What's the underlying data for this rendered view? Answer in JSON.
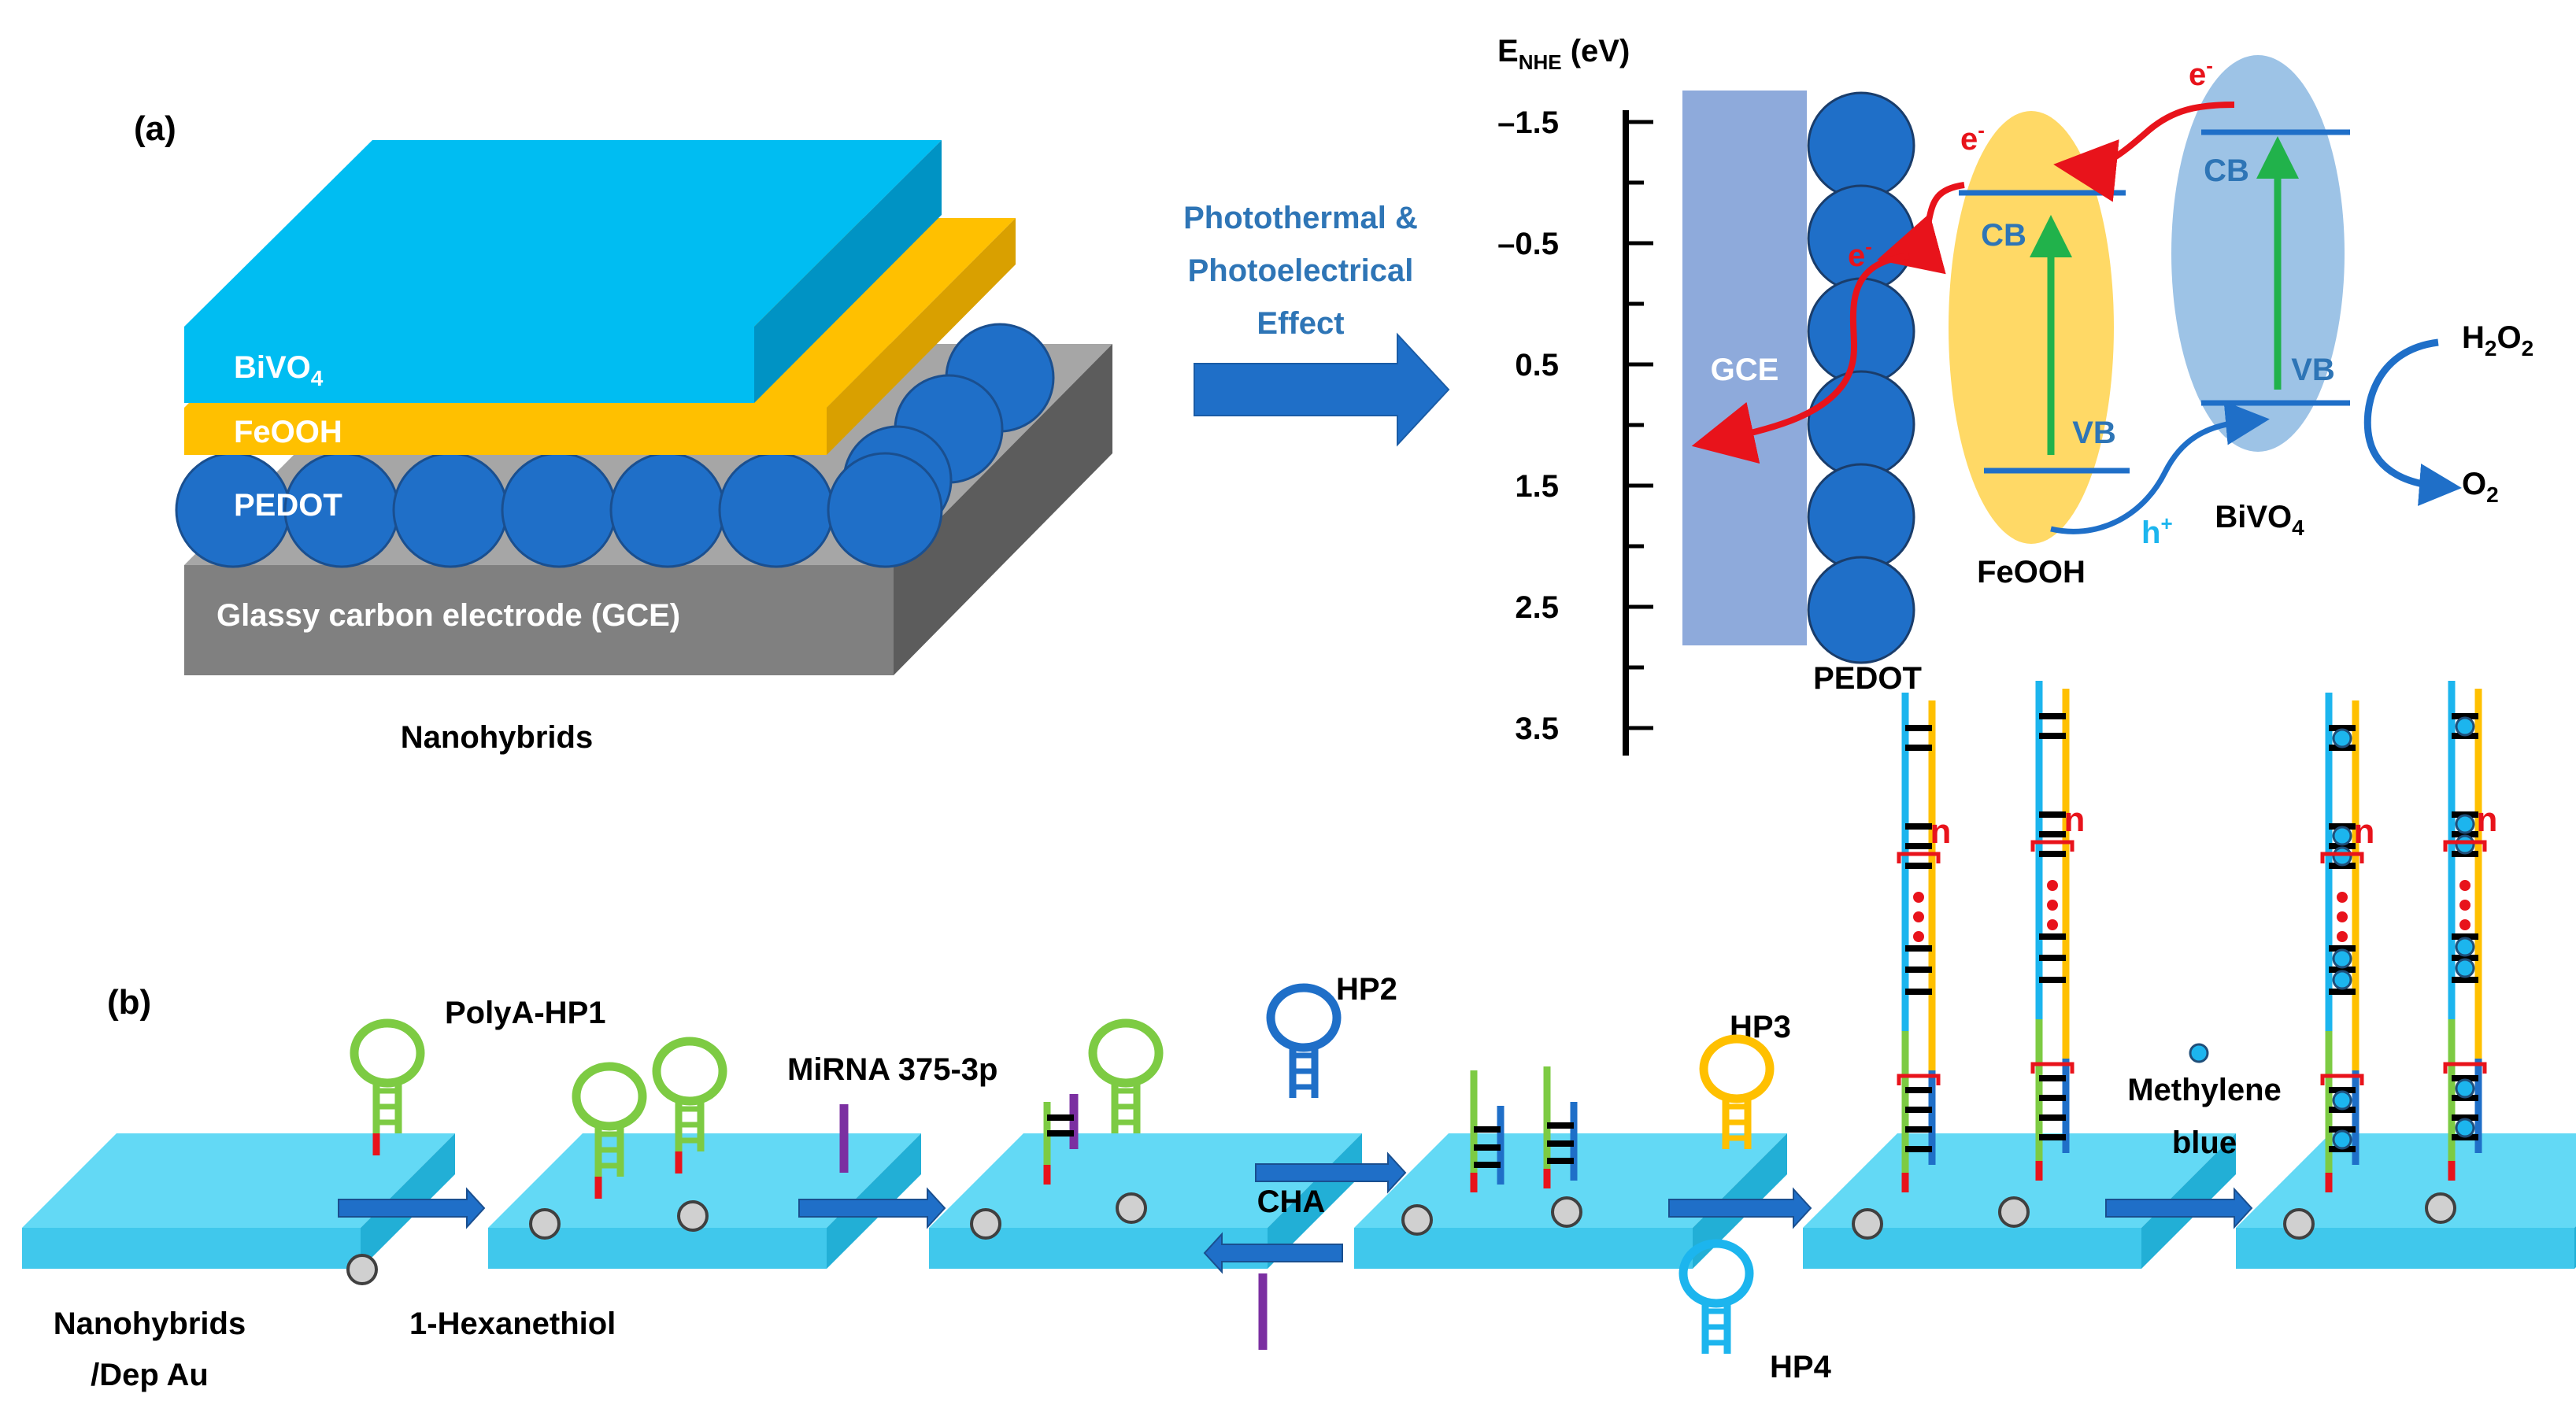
{
  "panel_a": {
    "label": "(a)",
    "layers": {
      "bivo4": "BiVO",
      "bivo4_sub": "4",
      "feooh": "FeOOH",
      "pedot": "PEDOT",
      "gce": "Glassy carbon electrode  (GCE)"
    },
    "caption": "Nanohybrids",
    "effect_lines": [
      "Photothermal &",
      "Photoelectrical",
      "Effect"
    ],
    "axis": {
      "title_main": "E",
      "title_sub": "NHE",
      "title_unit": " (eV)",
      "ticks": [
        "–1.5",
        "–0.5",
        "0.5",
        "1.5",
        "2.5",
        "3.5"
      ]
    },
    "band": {
      "gce": "GCE",
      "pedot": "PEDOT",
      "feooh": "FeOOH",
      "bivo4": "BiVO",
      "bivo4_sub": "4",
      "cb": "CB",
      "vb": "VB",
      "electron": "e",
      "electron_sup": "-",
      "hole": "h",
      "hole_sup": "+",
      "h2o2_a": "H",
      "h2o2_sub1": "2",
      "h2o2_b": "O",
      "h2o2_sub2": "2",
      "o2_a": "O",
      "o2_sub": "2"
    }
  },
  "panel_b": {
    "label": "(b)",
    "nanohybrids_lines": [
      "Nanohybrids",
      "/Dep Au"
    ],
    "hexanethiol": "1-Hexanethiol",
    "polya_hp1": "PolyA-HP1",
    "mirna": "MiRNA 375-3p",
    "hp2": "HP2",
    "cha": "CHA",
    "hp3": "HP3",
    "hp4": "HP4",
    "n": "n",
    "methylene_lines": [
      "Methylene",
      "blue"
    ]
  },
  "colors": {
    "bivo4_layer": "#00BDF2",
    "feooh_layer": "#FFC000",
    "pedot": "#1F6FC8",
    "gce_block": "#808080",
    "arrow_blue": "#1F6FC8",
    "electron_red": "#E8131B",
    "green_arrow": "#21B24B",
    "feooh_ellipse": "#FFD966",
    "bivo4_ellipse": "#9DC3E6",
    "gce_band": "#8EAADB",
    "hp1_green": "#7DCB43",
    "hp2_blue": "#1F6FC8",
    "hp3_yellow": "#FFC000",
    "hp4_cyan": "#1CB5EE",
    "mirna_purple": "#7B2FA1",
    "platform": "#63D9F5"
  }
}
